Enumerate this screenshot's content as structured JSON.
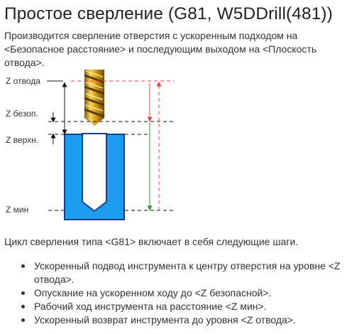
{
  "title": "Простое сверление (G81, W5DDrill(481))",
  "intro": "Производится сверление отверстия с ускоренным подходом на <Безопасное расстояние> и последующим выходом на <Плоскость отвода>.",
  "diagram": {
    "labels": {
      "z_retract": "Z отвода",
      "z_safe": "Z безоп.",
      "z_top": "Z верхн.",
      "z_min": "Z мин"
    },
    "colors": {
      "workpiece": "#1e9cf0",
      "workpiece_border": "#1a3c8c",
      "rapid": "#e8453c",
      "feed": "#2e9a2e",
      "dimension": "#111111",
      "drill": "#d9a21b"
    }
  },
  "cycle_text": "Цикл сверления типа <G81> включает в себя следующие шаги.",
  "steps": [
    "Ускоренный подвод инструмента к центру отверстия на уровне <Z отвода>.",
    "Опускание на ускоренном ходу до <Z безопасной>.",
    "Рабочий ход инструмента на расстояние <Z мин>.",
    "Ускоренный возврат инструмента до уровня <Z отвода>."
  ]
}
